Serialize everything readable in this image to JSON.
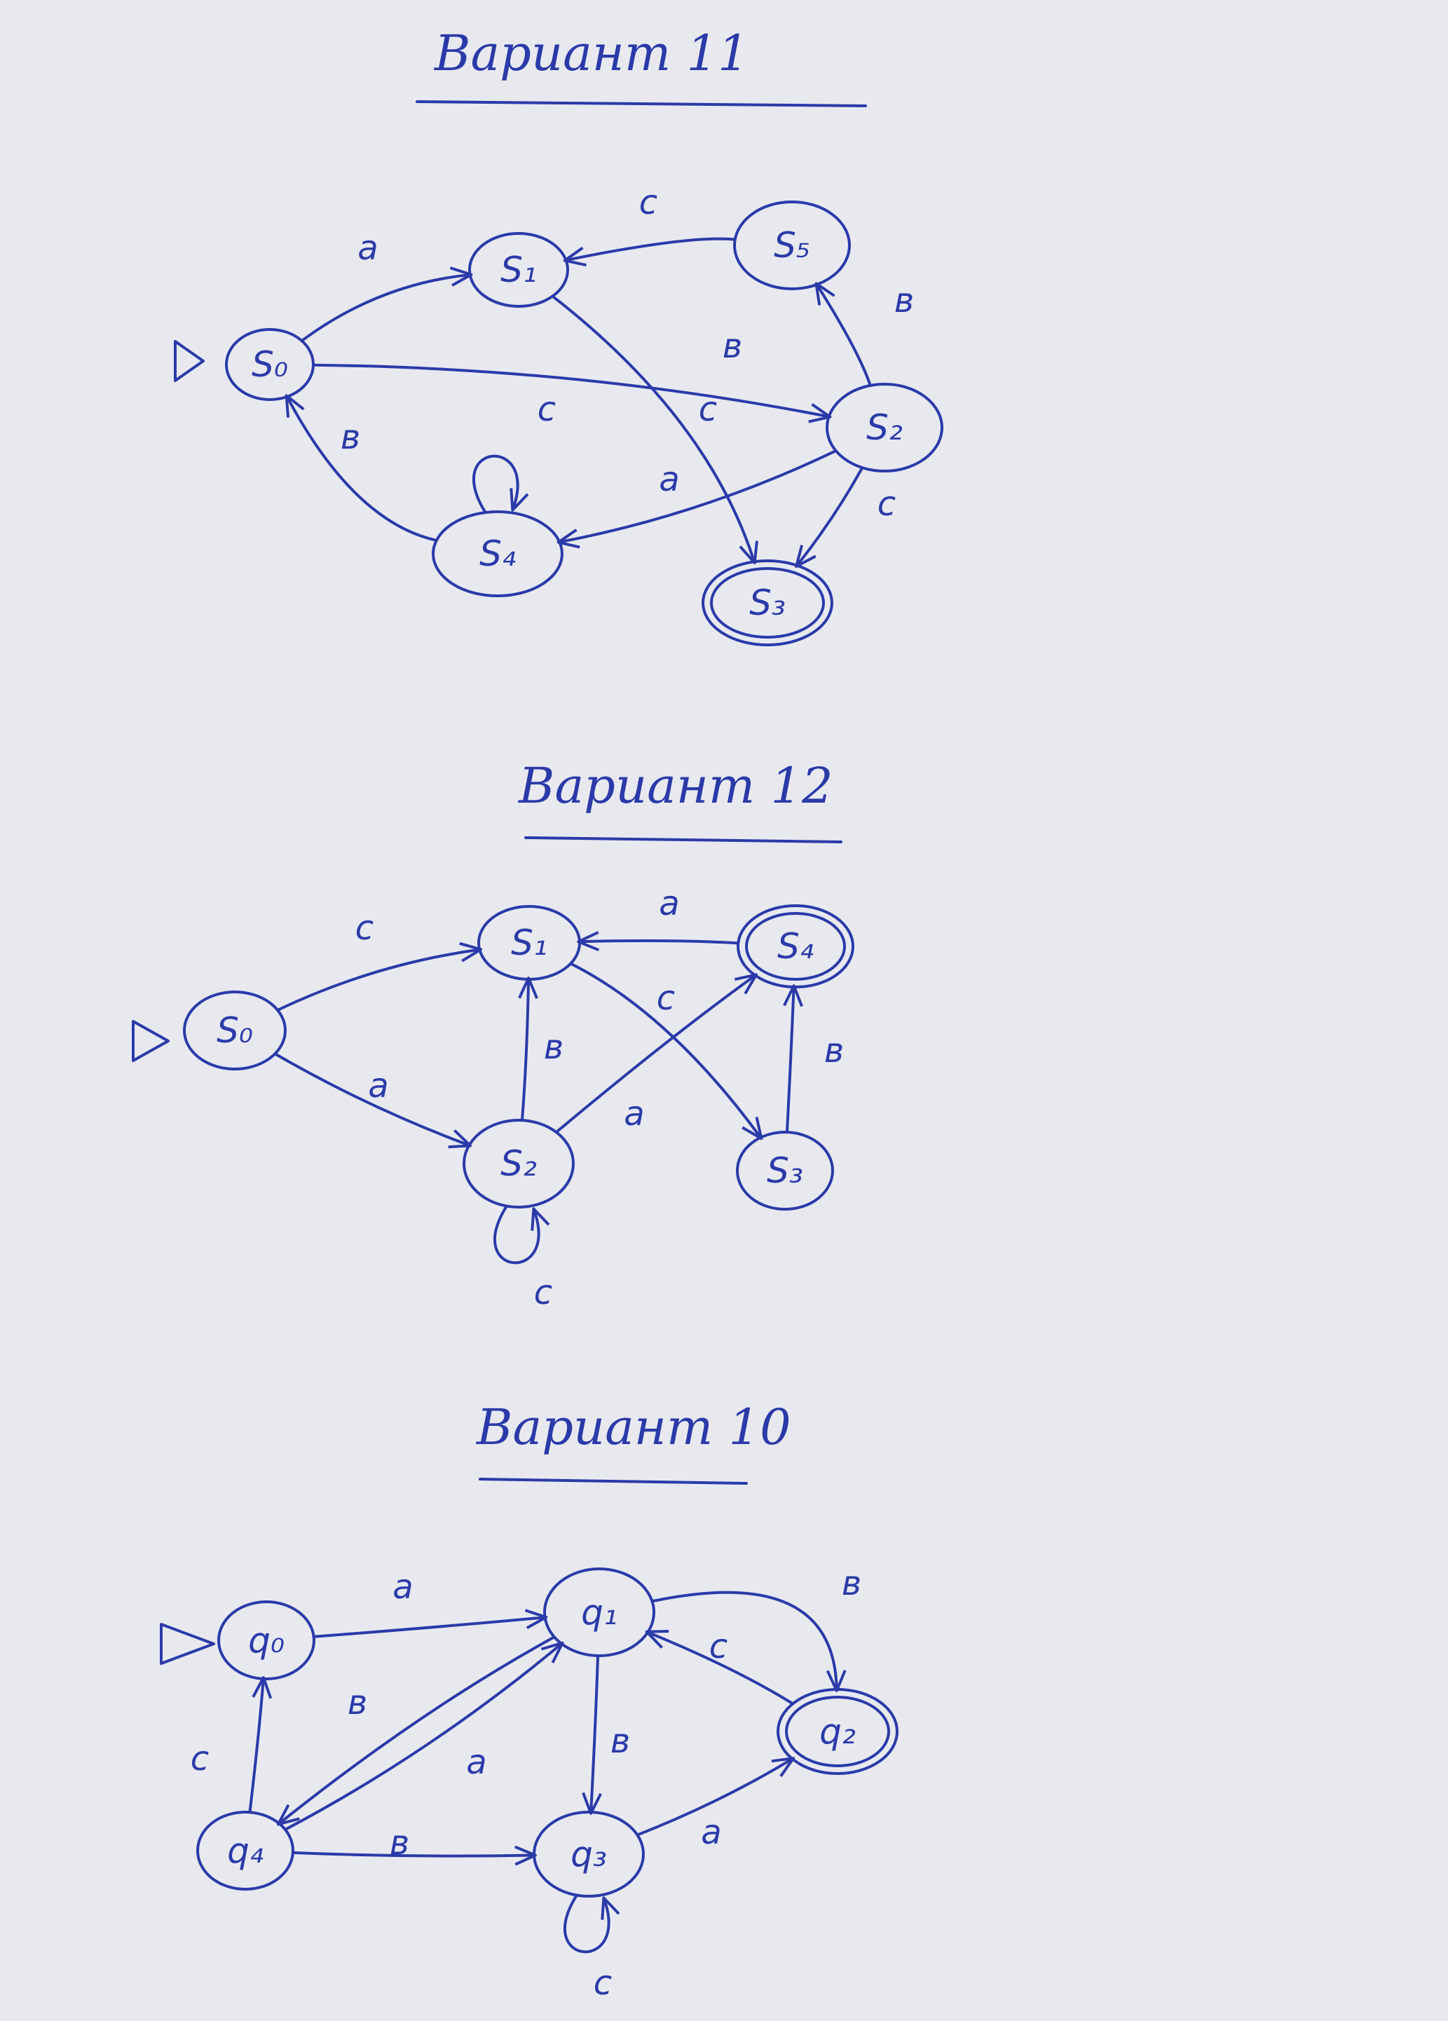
{
  "colors": {
    "paper": "#e8e9ef",
    "ink": "#2b3aa8"
  },
  "variants": [
    {
      "id": "v11",
      "title": "Вариант 11",
      "states": [
        {
          "id": "S0",
          "label": "S₀",
          "initial": true,
          "final": false
        },
        {
          "id": "S1",
          "label": "S₁",
          "initial": false,
          "final": false
        },
        {
          "id": "S5",
          "label": "S₅",
          "initial": false,
          "final": false
        },
        {
          "id": "S2",
          "label": "S₂",
          "initial": false,
          "final": false
        },
        {
          "id": "S4",
          "label": "S₄",
          "initial": false,
          "final": false
        },
        {
          "id": "S3",
          "label": "S₃",
          "initial": false,
          "final": true
        }
      ],
      "transitions": [
        {
          "from": "S0",
          "to": "S1",
          "label": "a"
        },
        {
          "from": "S5",
          "to": "S1",
          "label": "c"
        },
        {
          "from": "S0",
          "to": "S2",
          "label": "в"
        },
        {
          "from": "S2",
          "to": "S5",
          "label": "в"
        },
        {
          "from": "S1",
          "to": "S3",
          "label": "c"
        },
        {
          "from": "S4",
          "to": "S4",
          "label": "c"
        },
        {
          "from": "S4",
          "to": "S0",
          "label": "в"
        },
        {
          "from": "S2",
          "to": "S4",
          "label": "a"
        },
        {
          "from": "S2",
          "to": "S3",
          "label": "c"
        }
      ]
    },
    {
      "id": "v12",
      "title": "Вариант 12",
      "states": [
        {
          "id": "S0",
          "label": "S₀",
          "initial": true,
          "final": false
        },
        {
          "id": "S1",
          "label": "S₁",
          "initial": false,
          "final": false
        },
        {
          "id": "S4",
          "label": "S₄",
          "initial": false,
          "final": true
        },
        {
          "id": "S2",
          "label": "S₂",
          "initial": false,
          "final": false
        },
        {
          "id": "S3",
          "label": "S₃",
          "initial": false,
          "final": false
        }
      ],
      "transitions": [
        {
          "from": "S0",
          "to": "S1",
          "label": "c"
        },
        {
          "from": "S4",
          "to": "S1",
          "label": "a"
        },
        {
          "from": "S1",
          "to": "S3",
          "label": "c"
        },
        {
          "from": "S2",
          "to": "S1",
          "label": "в"
        },
        {
          "from": "S3",
          "to": "S4",
          "label": "в"
        },
        {
          "from": "S0",
          "to": "S2",
          "label": "a"
        },
        {
          "from": "S2",
          "to": "S4",
          "label": "a"
        },
        {
          "from": "S2",
          "to": "S2",
          "label": "c"
        }
      ]
    },
    {
      "id": "v10",
      "title": "Вариант 10",
      "states": [
        {
          "id": "q0",
          "label": "q₀",
          "initial": true,
          "final": false
        },
        {
          "id": "q1",
          "label": "q₁",
          "initial": false,
          "final": false
        },
        {
          "id": "q2",
          "label": "q₂",
          "initial": false,
          "final": true
        },
        {
          "id": "q4",
          "label": "q₄",
          "initial": false,
          "final": false
        },
        {
          "id": "q3",
          "label": "q₃",
          "initial": false,
          "final": false
        }
      ],
      "transitions": [
        {
          "from": "q0",
          "to": "q1",
          "label": "a"
        },
        {
          "from": "q1",
          "to": "q2",
          "label": "в"
        },
        {
          "from": "q2",
          "to": "q1",
          "label": "c"
        },
        {
          "from": "q1",
          "to": "q4",
          "label": "в"
        },
        {
          "from": "q4",
          "to": "q1",
          "label": "a"
        },
        {
          "from": "q4",
          "to": "q0",
          "label": "c"
        },
        {
          "from": "q1",
          "to": "q3",
          "label": "в"
        },
        {
          "from": "q4",
          "to": "q3",
          "label": "в"
        },
        {
          "from": "q3",
          "to": "q2",
          "label": "a"
        },
        {
          "from": "q3",
          "to": "q3",
          "label": "c"
        }
      ]
    }
  ]
}
